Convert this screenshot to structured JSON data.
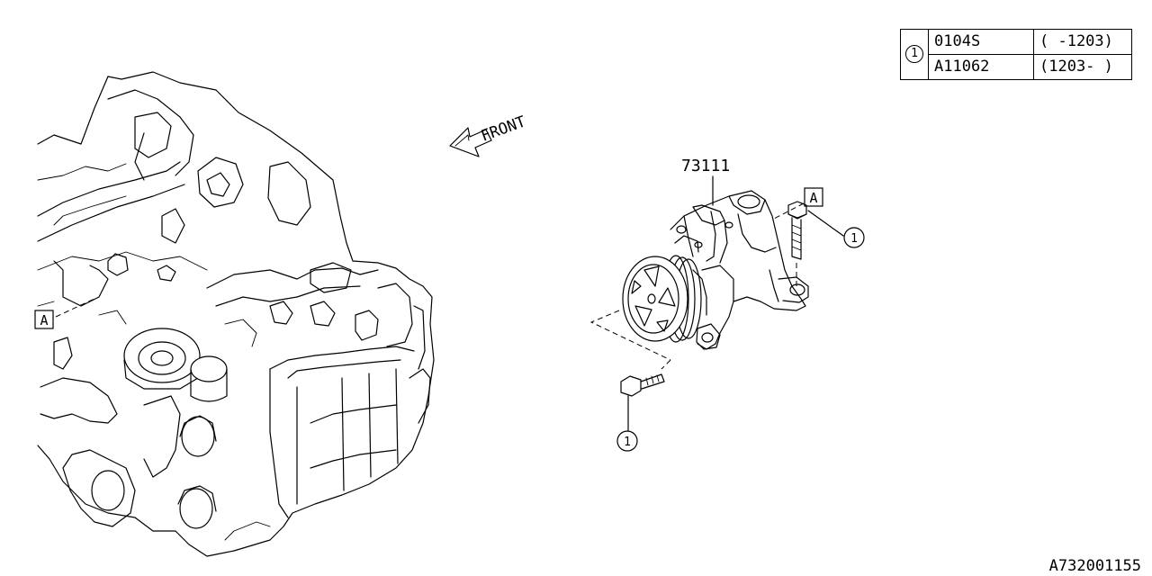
{
  "table": {
    "ref": "1",
    "rows": [
      {
        "part": "0104S",
        "range": "( -1203)"
      },
      {
        "part": "A11062",
        "range": "(1203- )"
      }
    ]
  },
  "labels": {
    "front": "FRONT",
    "part_number": "73111",
    "ref_a_left": "A",
    "ref_a_right": "A",
    "callout_right": "1",
    "callout_bottom": "1"
  },
  "catalog_code": "A732001155"
}
